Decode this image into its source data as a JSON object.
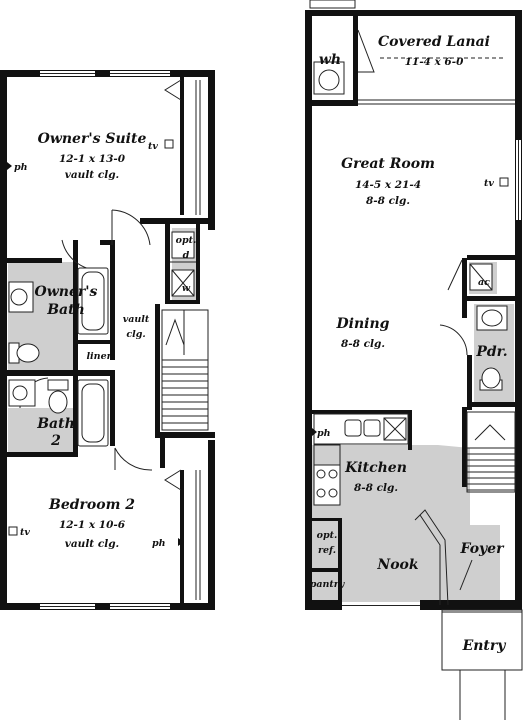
{
  "rooms": {
    "owners_suite": {
      "name": "Owner's Suite",
      "dims": "12-1 x 13-0",
      "note": "vault clg."
    },
    "owners_bath": {
      "line1": "Owner's",
      "line2": "Bath"
    },
    "vault": {
      "line1": "vault",
      "line2": "clg."
    },
    "linen": "linen",
    "bath2": {
      "line1": "Bath",
      "line2": "2"
    },
    "bedroom2": {
      "name": "Bedroom 2",
      "dims": "12-1 x 10-6",
      "note": "vault clg."
    },
    "covered_lanai": {
      "name": "Covered Lanai",
      "dims": "11-4 x 6-0"
    },
    "wh": "wh",
    "great_room": {
      "name": "Great Room",
      "dims": "14-5 x 21-4",
      "note": "8-8 clg."
    },
    "dining": {
      "name": "Dining",
      "note": "8-8 clg."
    },
    "pdr": "Pdr.",
    "ac": "ac",
    "kitchen": {
      "name": "Kitchen",
      "note": "8-8 clg."
    },
    "opt_ref": {
      "line1": "opt.",
      "line2": "ref."
    },
    "nook": "Nook",
    "pantry": "pantry",
    "foyer": "Foyer",
    "entry": "Entry"
  },
  "laundry": {
    "line1": "opt.",
    "line2": "d",
    "line3": "w"
  },
  "labels": {
    "ph": "ph",
    "tv": "tv"
  },
  "colors": {
    "wall": "#111111",
    "wet_area": "#cfcfcf",
    "background": "#ffffff"
  }
}
